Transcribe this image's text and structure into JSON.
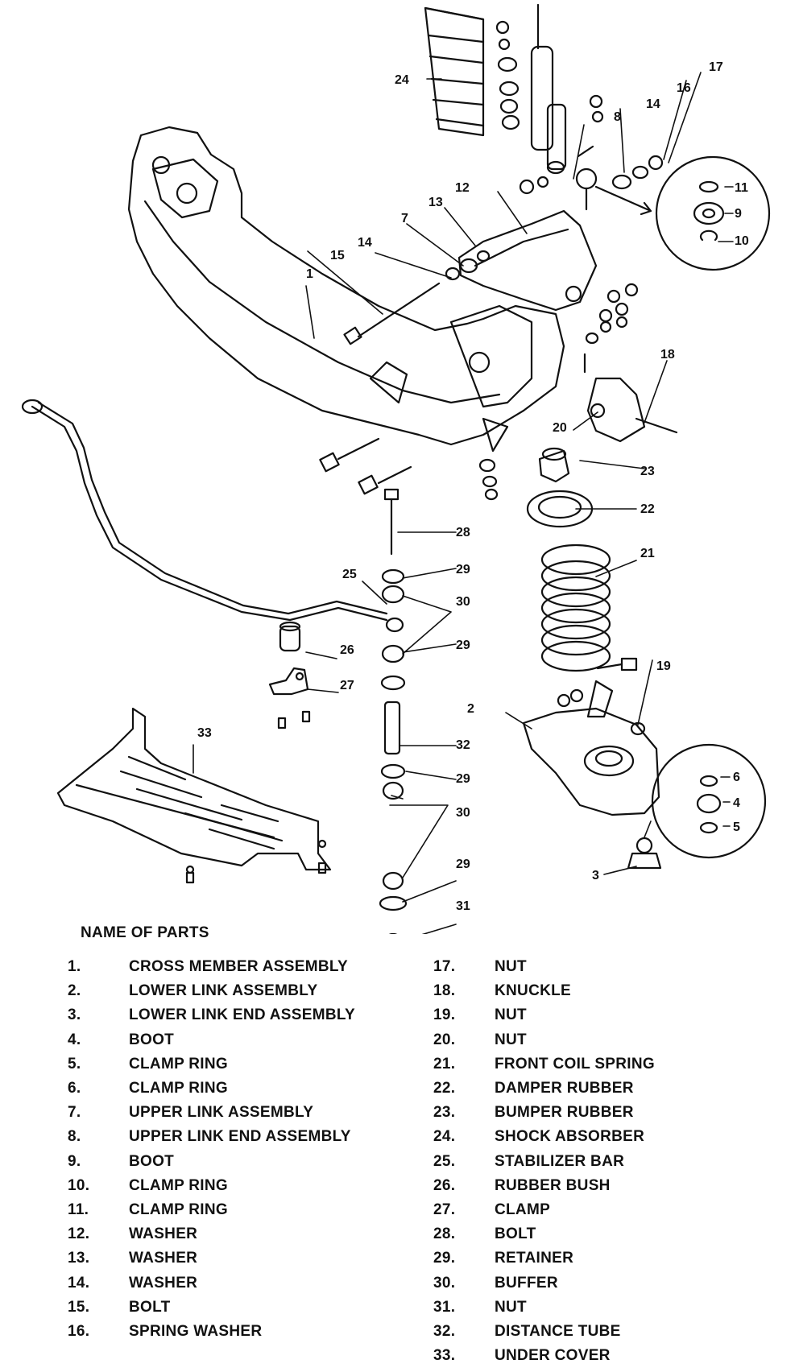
{
  "labels": [
    "1",
    "2",
    "3",
    "4",
    "5",
    "6",
    "7",
    "8",
    "9",
    "10",
    "11",
    "12",
    "13",
    "14",
    "14",
    "15",
    "16",
    "17",
    "18",
    "19",
    "20",
    "21",
    "22",
    "23",
    "24",
    "25",
    "26",
    "27",
    "28",
    "29",
    "29",
    "29",
    "29",
    "30",
    "30",
    "31",
    "32",
    "33"
  ],
  "parts_title": "NAME OF PARTS",
  "parts_left": [
    {
      "num": "1.",
      "name": "CROSS MEMBER ASSEMBLY"
    },
    {
      "num": "2.",
      "name": "LOWER LINK ASSEMBLY"
    },
    {
      "num": "3.",
      "name": "LOWER LINK END ASSEMBLY"
    },
    {
      "num": "4.",
      "name": "BOOT"
    },
    {
      "num": "5.",
      "name": "CLAMP RING"
    },
    {
      "num": "6.",
      "name": "CLAMP RING"
    },
    {
      "num": "7.",
      "name": "UPPER LINK ASSEMBLY"
    },
    {
      "num": "8.",
      "name": "UPPER LINK END ASSEMBLY"
    },
    {
      "num": "9.",
      "name": "BOOT"
    },
    {
      "num": "10.",
      "name": "CLAMP RING"
    },
    {
      "num": "11.",
      "name": "CLAMP RING"
    },
    {
      "num": "12.",
      "name": "WASHER"
    },
    {
      "num": "13.",
      "name": "WASHER"
    },
    {
      "num": "14.",
      "name": "WASHER"
    },
    {
      "num": "15.",
      "name": "BOLT"
    },
    {
      "num": "16.",
      "name": "SPRING WASHER"
    }
  ],
  "parts_right": [
    {
      "num": "17.",
      "name": "NUT"
    },
    {
      "num": "18.",
      "name": "KNUCKLE"
    },
    {
      "num": "19.",
      "name": "NUT"
    },
    {
      "num": "20.",
      "name": "NUT"
    },
    {
      "num": "21.",
      "name": "FRONT COIL SPRING"
    },
    {
      "num": "22.",
      "name": "DAMPER RUBBER"
    },
    {
      "num": "23.",
      "name": "BUMPER RUBBER"
    },
    {
      "num": "24.",
      "name": "SHOCK ABSORBER"
    },
    {
      "num": "25.",
      "name": "STABILIZER BAR"
    },
    {
      "num": "26.",
      "name": "RUBBER BUSH"
    },
    {
      "num": "27.",
      "name": "CLAMP"
    },
    {
      "num": "28.",
      "name": "BOLT"
    },
    {
      "num": "29.",
      "name": "RETAINER"
    },
    {
      "num": "30.",
      "name": "BUFFER"
    },
    {
      "num": "31.",
      "name": "NUT"
    },
    {
      "num": "32.",
      "name": "DISTANCE TUBE"
    },
    {
      "num": "33.",
      "name": "UNDER COVER"
    }
  ]
}
